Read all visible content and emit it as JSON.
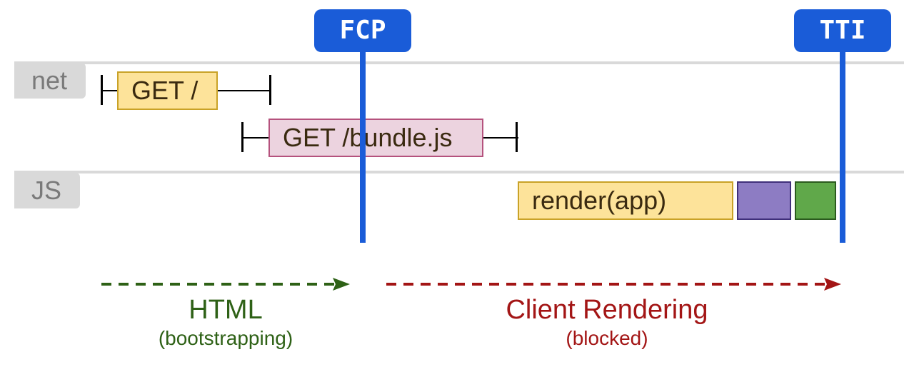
{
  "lanes": {
    "net": {
      "label": "net"
    },
    "js": {
      "label": "JS"
    }
  },
  "requests": {
    "get_root": {
      "label": "GET /"
    },
    "get_bundle": {
      "label": "GET /bundle.js"
    }
  },
  "js_tasks": {
    "render": {
      "label": "render(app)"
    }
  },
  "markers": {
    "fcp": {
      "label": "FCP"
    },
    "tti": {
      "label": "TTI"
    }
  },
  "phases": {
    "html": {
      "title": "HTML",
      "subtitle": "(bootstrapping)"
    },
    "client": {
      "title": "Client Rendering",
      "subtitle": "(blocked)"
    }
  },
  "colors": {
    "marker_blue": "#1a5cd8",
    "lane_gray": "#d9d9d9",
    "get_root_fill": "#fde39a",
    "get_root_border": "#c9a227",
    "bundle_fill": "#ecd3df",
    "bundle_border": "#b5527d",
    "render_fill": "#fde39a",
    "task_purple": "#8d7cc3",
    "task_green": "#60a84a",
    "html_green": "#2e6116",
    "client_red": "#a31515"
  }
}
